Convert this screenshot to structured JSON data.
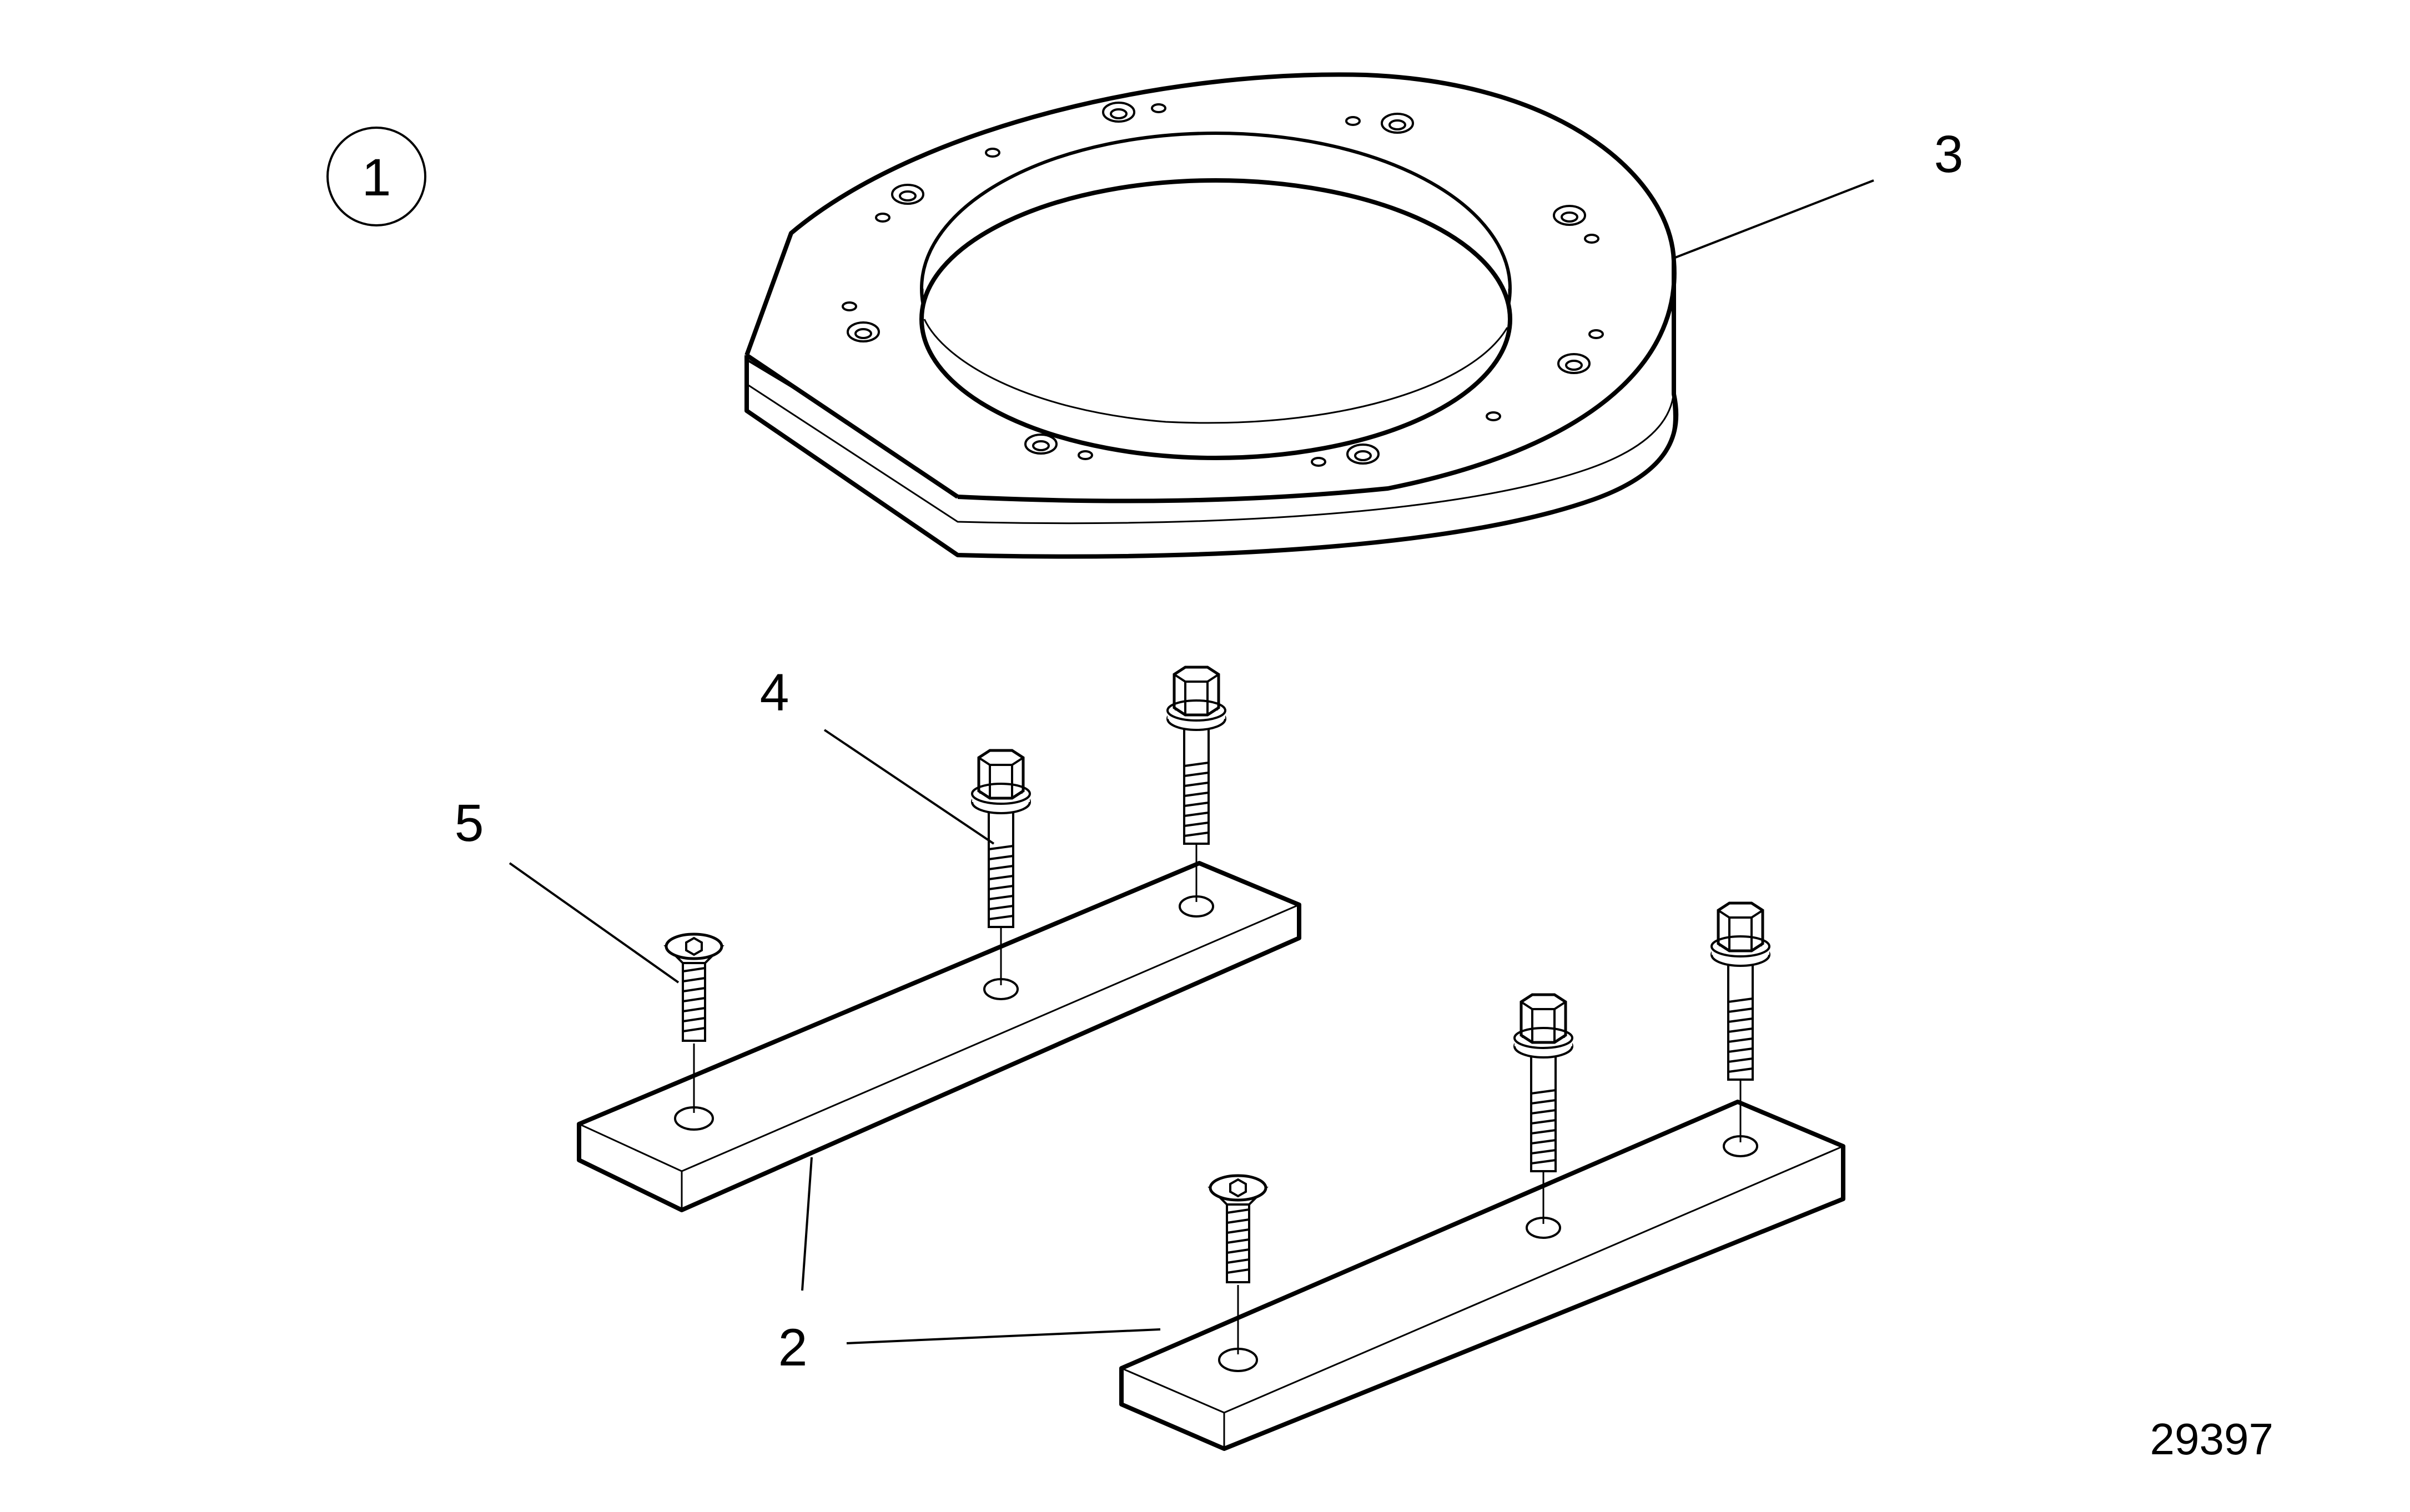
{
  "figure": {
    "view_number": "1",
    "drawing_number": "29397",
    "callouts": [
      {
        "id": "callout-3",
        "label": "3"
      },
      {
        "id": "callout-4",
        "label": "4"
      },
      {
        "id": "callout-5",
        "label": "5"
      },
      {
        "id": "callout-2",
        "label": "2"
      }
    ],
    "parts": {
      "flange_plate": "mounting-plate",
      "bars": "support-bar",
      "flange_bolts": "flange-bolt",
      "countersunk_screws": "countersunk-screw"
    }
  }
}
